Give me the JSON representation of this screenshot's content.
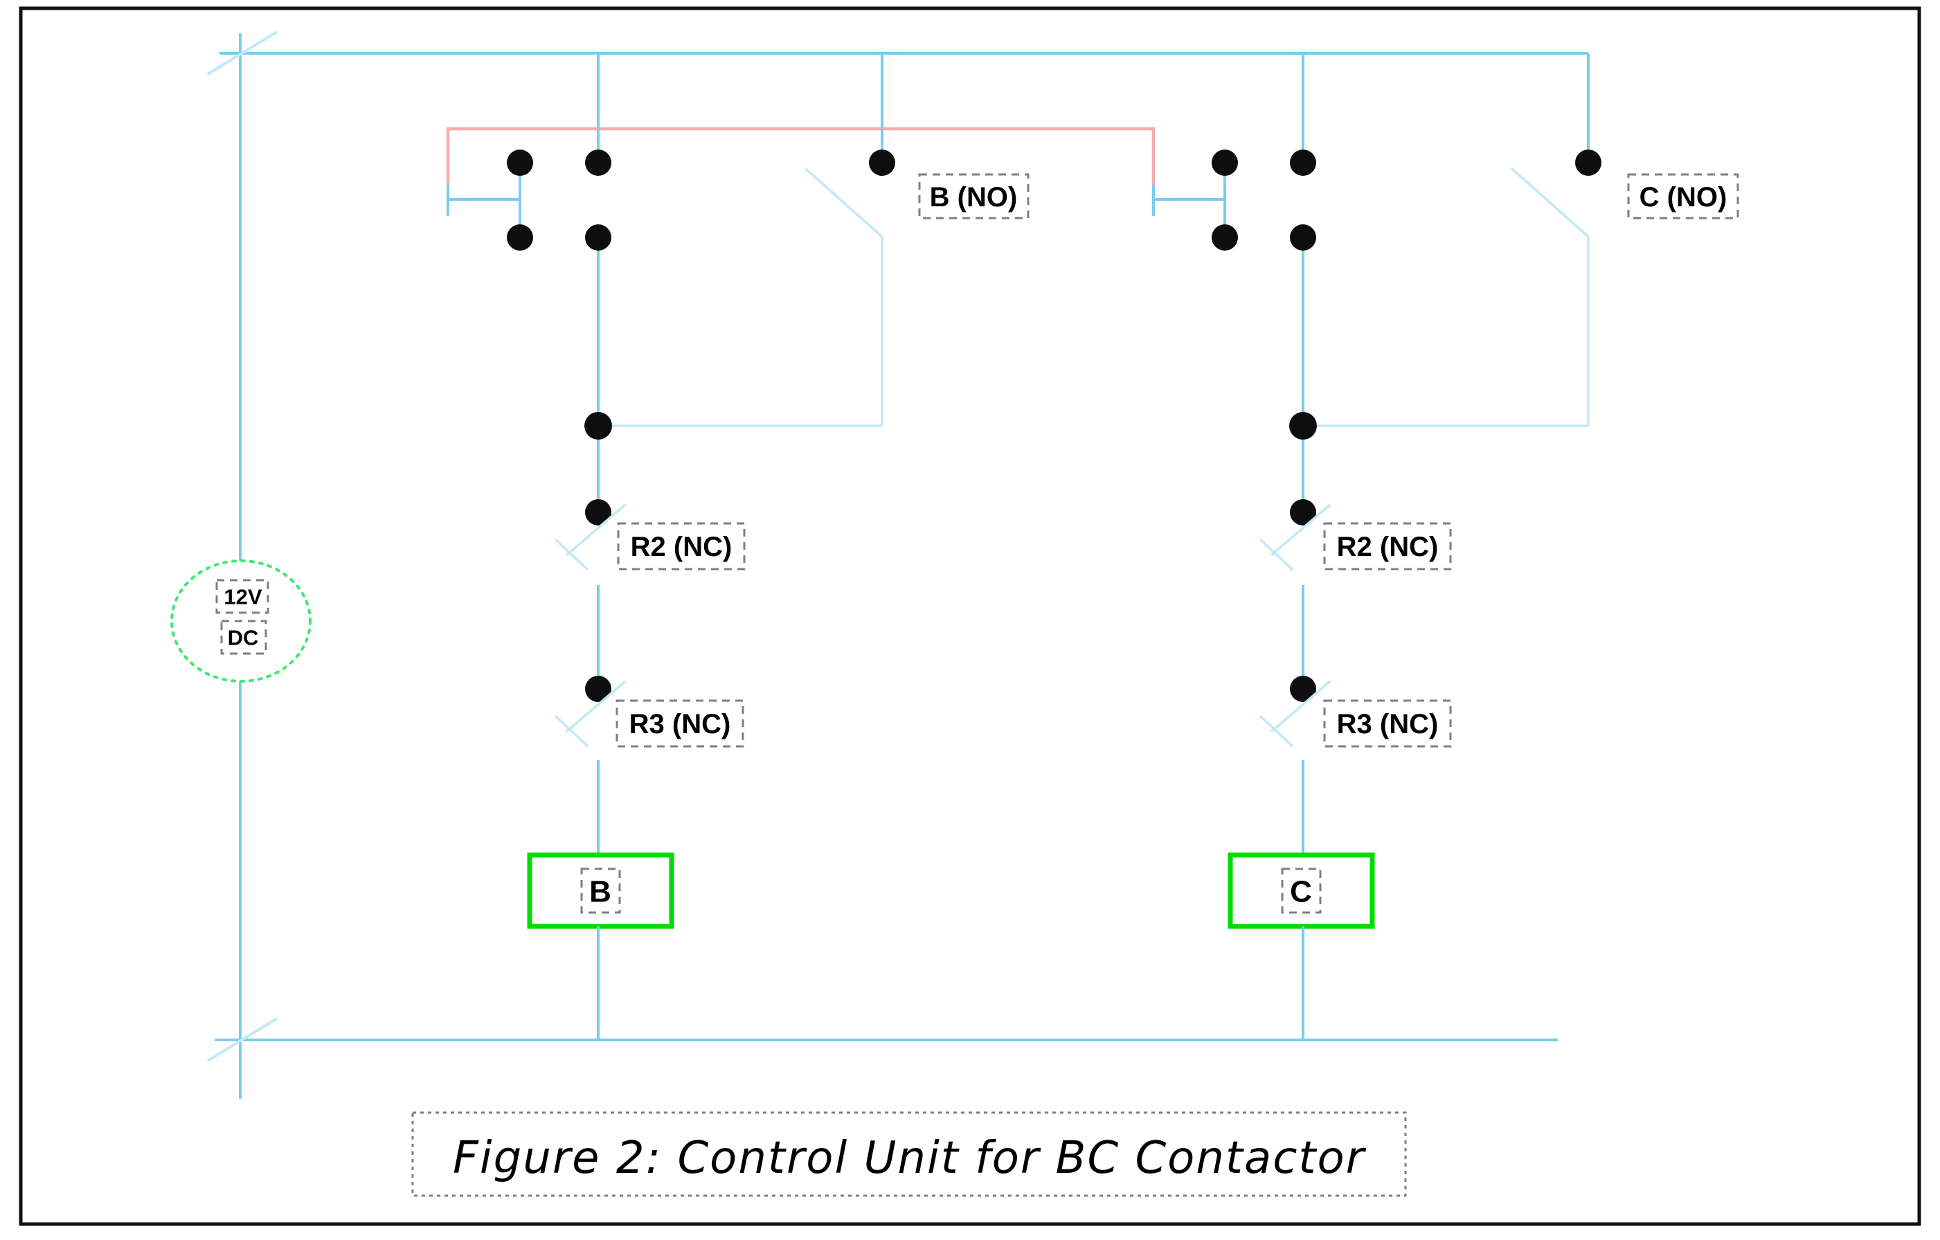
{
  "diagram": {
    "caption": "Figure 2: Control Unit for BC Contactor",
    "power_source": {
      "line1": "12V",
      "line2": "DC"
    },
    "branch_b": {
      "no_contact_label": "B (NO)",
      "r2_label": "R2 (NC)",
      "r3_label": "R3 (NC)",
      "coil_label": "B"
    },
    "branch_c": {
      "no_contact_label": "C (NO)",
      "r2_label": "R2 (NC)",
      "r3_label": "R3 (NC)",
      "coil_label": "C"
    }
  },
  "colors": {
    "wire": "#79cdf0",
    "wire-pale": "#c2e8f8",
    "feedback": "#f9abab",
    "coil-box": "#00dc00",
    "source-circle": "#3ce96e",
    "dot": "#0e0e0e",
    "label-border": "#7f7f7f",
    "text": "#000000",
    "frame": "#111111",
    "paper": "#ffffff"
  }
}
